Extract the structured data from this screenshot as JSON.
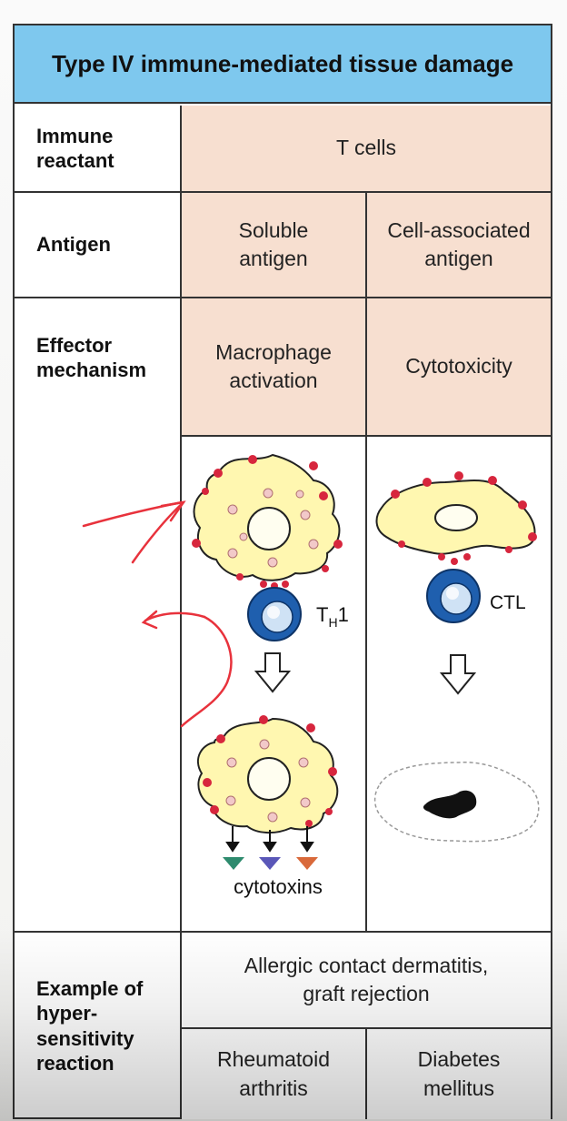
{
  "title": "Type IV immune-mediated tissue damage",
  "rows": {
    "immune_reactant": {
      "label": "Immune\nreactant",
      "value": "T cells"
    },
    "antigen": {
      "label": "Antigen",
      "left": "Soluble\nantigen",
      "right": "Cell-associated\nantigen"
    },
    "effector": {
      "label": "Effector\nmechanism",
      "left": "Macrophage\nactivation",
      "right": "Cytotoxicity"
    },
    "example": {
      "label": "Example of\nhyper-\nsensitivity\nreaction",
      "shared": "Allergic contact dermatitis,\ngraft rejection",
      "left": "Rheumatoid\narthritis",
      "right": "Diabetes\nmellitus"
    }
  },
  "illustration": {
    "th1_label": "T",
    "th1_sub": "H",
    "th1_suffix": "1",
    "ctl_label": "CTL",
    "cytotoxins_label": "cytotoxins"
  },
  "colors": {
    "title_bg": "#7ec8ee",
    "peach": "#f7dfd0",
    "macrophage_fill": "#fff7b0",
    "receptor_red": "#d7263d",
    "tcell_blue": "#1f5fae",
    "annotation_red": "#e8323c"
  }
}
